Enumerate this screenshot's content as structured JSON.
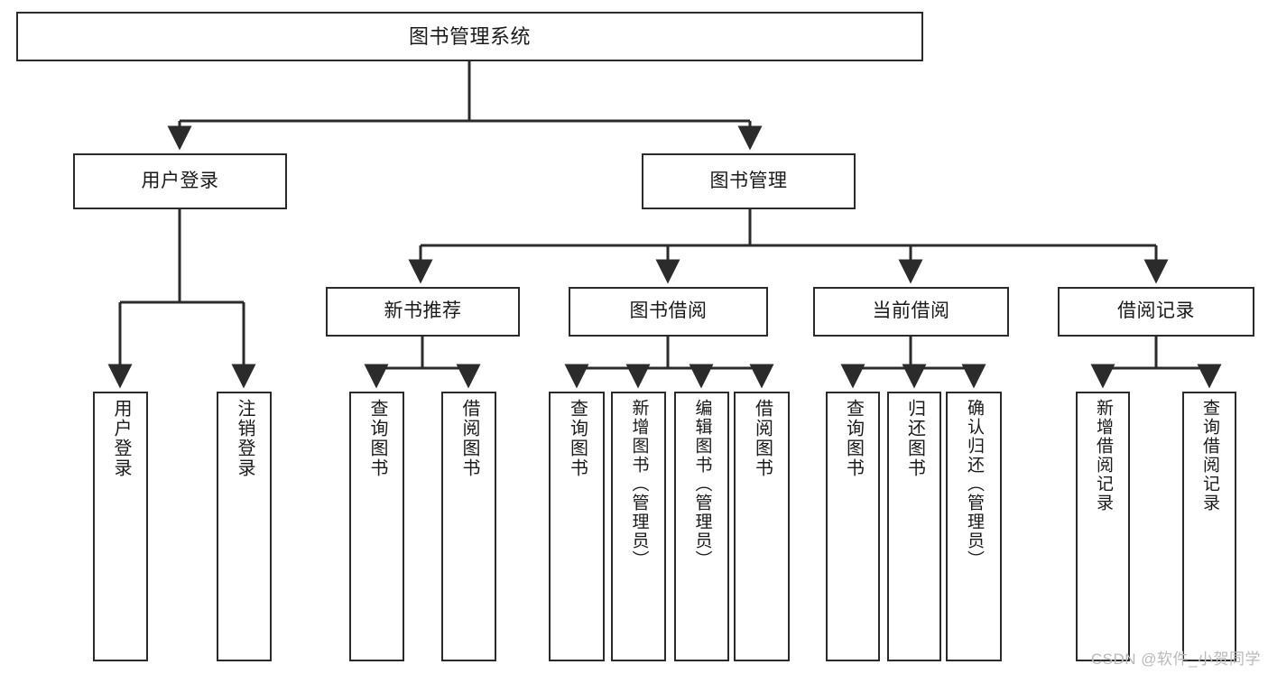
{
  "diagram": {
    "title": "图书管理系统",
    "watermark": "CSDN @软件_小贺同学",
    "colors": {
      "stroke": "#2b2b2b",
      "fill": "#ffffff",
      "text": "#1a1a1a",
      "watermark": "#b9b9b9"
    },
    "nodes": {
      "root": {
        "label": "图书管理系统"
      },
      "level2": [
        {
          "id": "user-login",
          "label": "用户登录"
        },
        {
          "id": "book-management",
          "label": "图书管理"
        }
      ],
      "level3": [
        {
          "id": "new-book-recommend",
          "label": "新书推荐"
        },
        {
          "id": "book-borrow",
          "label": "图书借阅"
        },
        {
          "id": "current-borrow",
          "label": "当前借阅"
        },
        {
          "id": "borrow-record",
          "label": "借阅记录"
        }
      ],
      "leaves": {
        "user-login": [
          {
            "id": "leaf-user-login",
            "label": "用户登录"
          },
          {
            "id": "leaf-logout-login",
            "label": "注销登录"
          }
        ],
        "new-book-recommend": [
          {
            "id": "leaf-query-book-1",
            "label": "查询图书"
          },
          {
            "id": "leaf-borrow-book-1",
            "label": "借阅图书"
          }
        ],
        "book-borrow": [
          {
            "id": "leaf-query-book-2",
            "label": "查询图书"
          },
          {
            "id": "leaf-add-book-admin",
            "label": "新增图书（管理员）"
          },
          {
            "id": "leaf-edit-book-admin",
            "label": "编辑图书（管理员）"
          },
          {
            "id": "leaf-borrow-book-2",
            "label": "借阅图书"
          }
        ],
        "current-borrow": [
          {
            "id": "leaf-query-book-3",
            "label": "查询图书"
          },
          {
            "id": "leaf-return-book",
            "label": "归还图书"
          },
          {
            "id": "leaf-confirm-return-admin",
            "label": "确认归还（管理员）"
          }
        ],
        "borrow-record": [
          {
            "id": "leaf-add-borrow-record",
            "label": "新增借阅记录"
          },
          {
            "id": "leaf-query-borrow-record",
            "label": "查询借阅记录"
          }
        ]
      }
    }
  }
}
